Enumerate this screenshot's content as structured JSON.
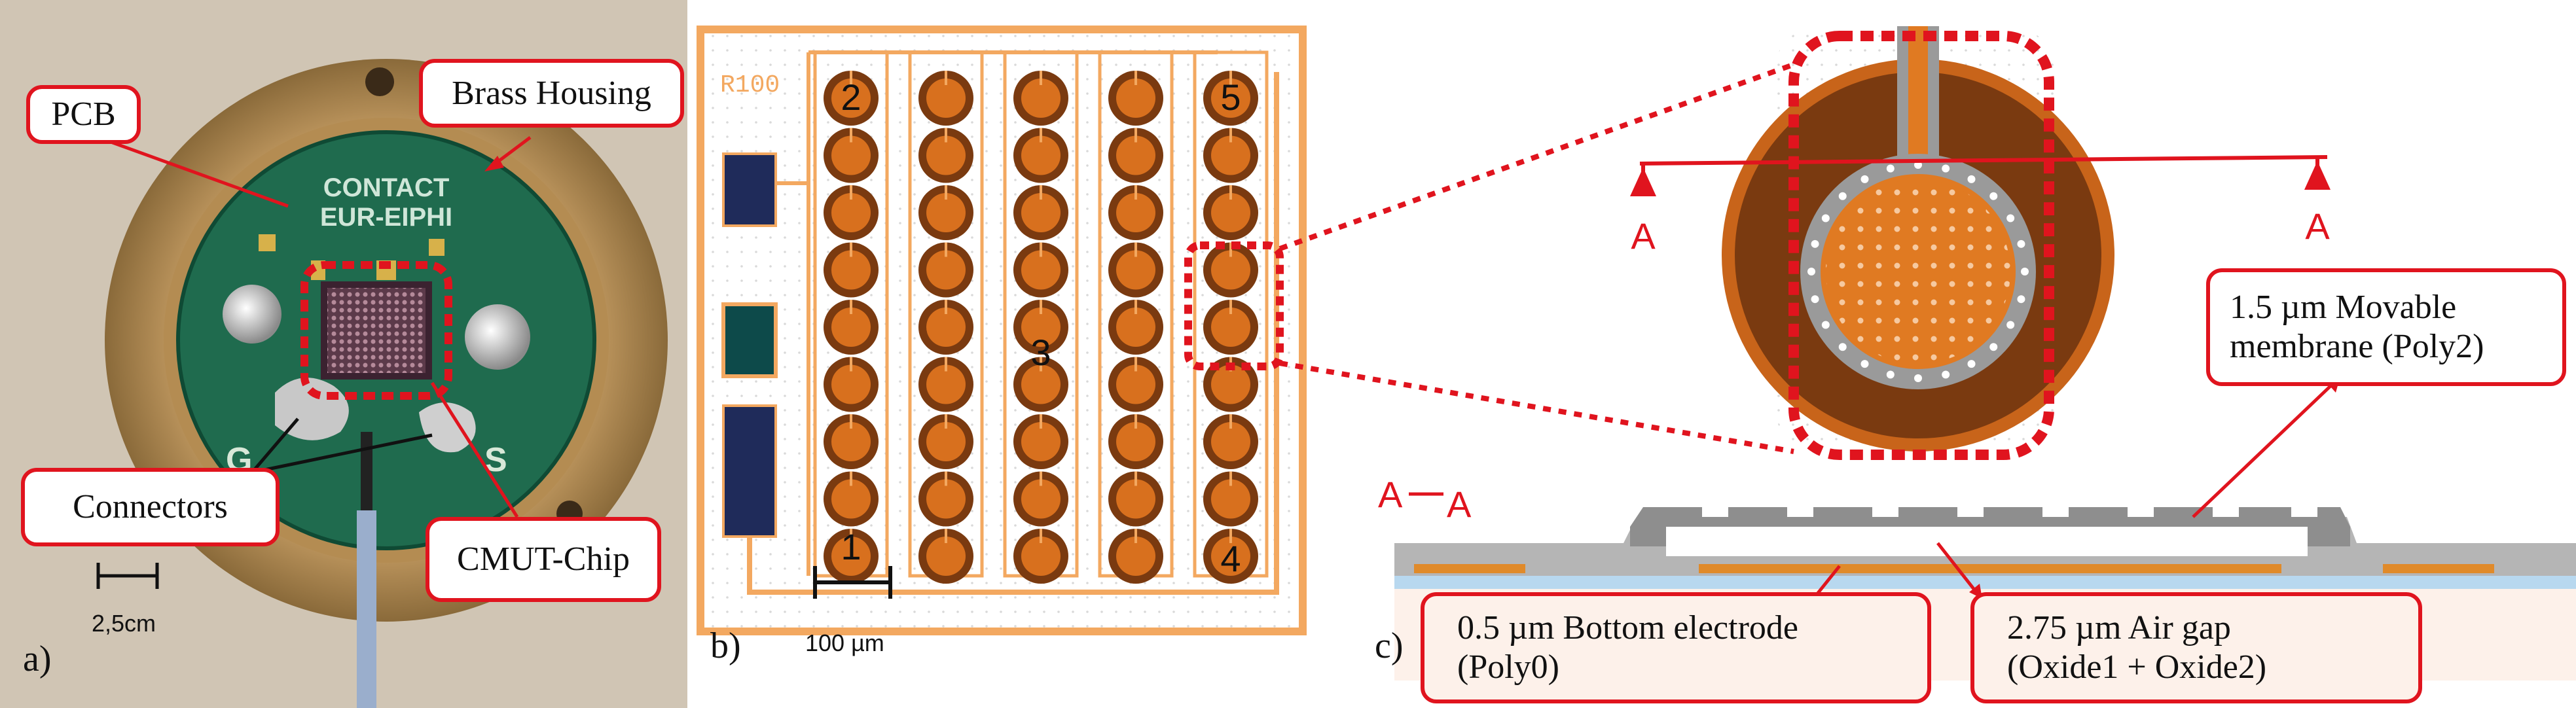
{
  "panel_a": {
    "label": "a)",
    "callouts": {
      "pcb": "PCB",
      "housing": "Brass Housing",
      "connectors": "Connectors",
      "chip": "CMUT-Chip"
    },
    "pcb_text": [
      "CONTACT",
      "EUR-EIPHI"
    ],
    "pad_labels": {
      "g": "G",
      "s": "S"
    },
    "scale": "2,5cm"
  },
  "panel_b": {
    "label": "b)",
    "resistor_label": "R100",
    "corner_numbers": {
      "top_left": "2",
      "top_right": "5",
      "center": "3",
      "bottom_left": "1",
      "bottom_right": "4"
    },
    "scale": "100 µm"
  },
  "panel_c": {
    "label": "c)",
    "section_letter_left": "A",
    "section_letter_right": "A",
    "section_title_left": "A",
    "section_title_right": "A",
    "membrane": [
      "1.5 µm Movable",
      "membrane (Poly2)"
    ],
    "bottom_electrode": [
      "0.5 µm Bottom electrode",
      "(Poly0)"
    ],
    "air_gap": [
      "2.75 µm Air gap",
      "(Oxide1 + Oxide2)"
    ]
  },
  "colors": {
    "callout_red": "#e0141e",
    "brass": "#c9a066",
    "pcb_green": "#1f6b4e",
    "copper": "#c8641a",
    "cell_ring": "#7a3a10",
    "pcb_trace": "#f0a860",
    "poly_gray": "#9a9a9a"
  }
}
